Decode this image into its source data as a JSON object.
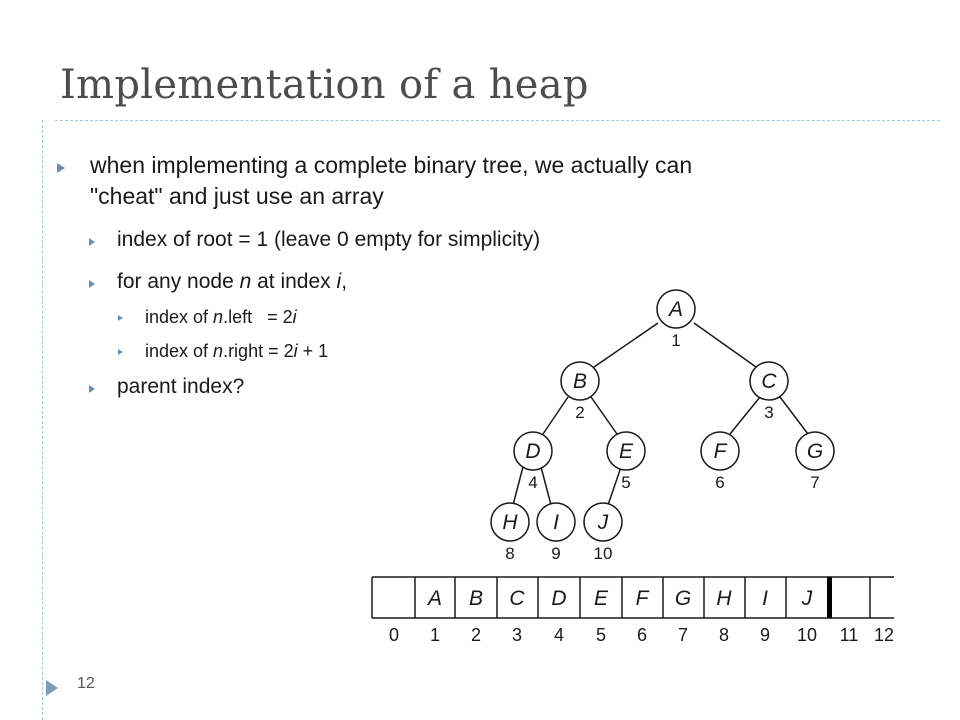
{
  "title": "Implementation of a heap",
  "bullets": {
    "b1_line1": "when implementing a complete binary tree, we actually can",
    "b1_line2": "\"cheat\" and just use an array",
    "b2_text": "index of root = 1 (leave 0 empty for simplicity)",
    "b3_pre": "for any node ",
    "b3_n": "n",
    "b3_mid": " at index ",
    "b3_i": "i",
    "b3_post": ",",
    "b4_pre": "index of ",
    "b4_n": "n",
    "b4_mid": ".left   = 2",
    "b4_i": "i",
    "b5_pre": "index of ",
    "b5_n": "n",
    "b5_mid": ".right = 2",
    "b5_i": "i",
    "b5_post": " + 1",
    "b6_text": "parent index?"
  },
  "page_number": "12",
  "tree": {
    "nodes": [
      {
        "label": "A",
        "index": "1"
      },
      {
        "label": "B",
        "index": "2"
      },
      {
        "label": "C",
        "index": "3"
      },
      {
        "label": "D",
        "index": "4"
      },
      {
        "label": "E",
        "index": "5"
      },
      {
        "label": "F",
        "index": "6"
      },
      {
        "label": "G",
        "index": "7"
      },
      {
        "label": "H",
        "index": "8"
      },
      {
        "label": "I",
        "index": "9"
      },
      {
        "label": "J",
        "index": "10"
      }
    ]
  },
  "array": {
    "cells": [
      "",
      "A",
      "B",
      "C",
      "D",
      "E",
      "F",
      "G",
      "H",
      "I",
      "J",
      "",
      ""
    ],
    "indices": [
      "0",
      "1",
      "2",
      "3",
      "4",
      "5",
      "6",
      "7",
      "8",
      "9",
      "10",
      "11",
      "12"
    ]
  },
  "colors": {
    "title": "#4d4d4d",
    "accent": "#6f8fb0",
    "rule": "#a8c3d6"
  }
}
